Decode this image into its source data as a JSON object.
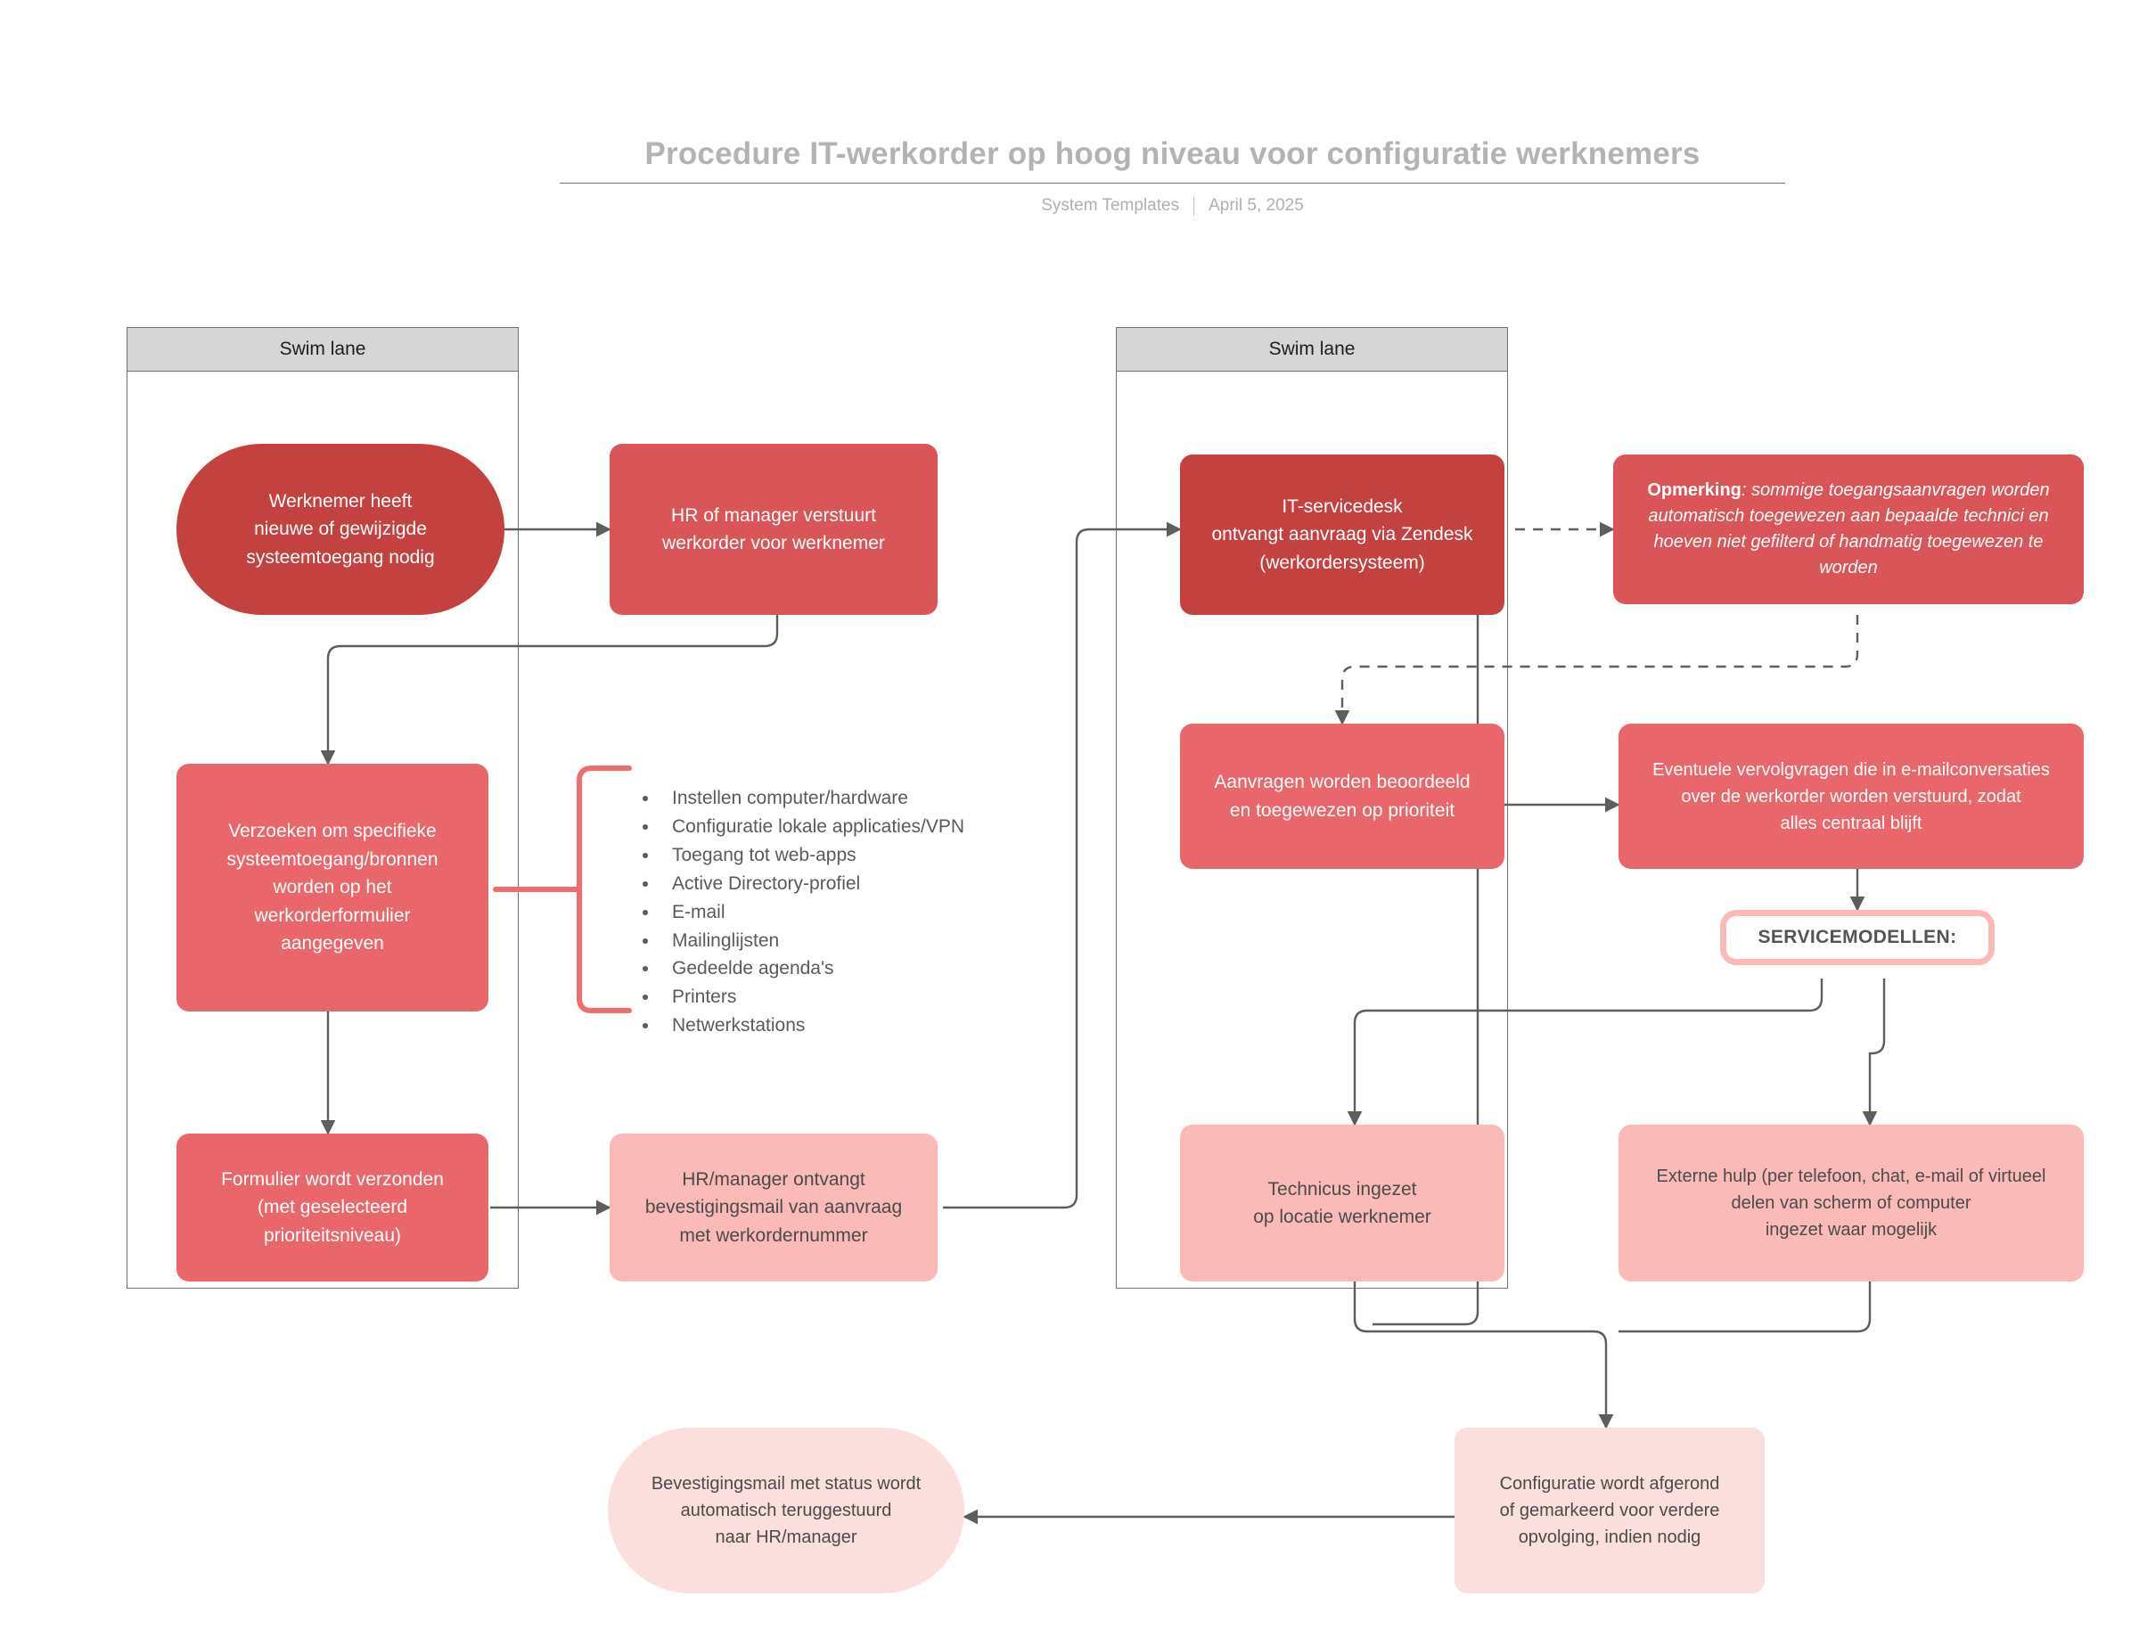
{
  "header": {
    "title": "Procedure IT-werkorder op hoog niveau voor configuratie werknemers",
    "source": "System Templates",
    "date": "April 5, 2025"
  },
  "lanes": [
    {
      "title": "Swim lane"
    },
    {
      "title": "Swim lane"
    }
  ],
  "nodes": {
    "start": "Werknemer heeft\nnieuwe of gewijzigde\nsysteemtoegang nodig",
    "hr_send": "HR of manager verstuurt\nwerkorder voor werknemer",
    "requests": "Verzoeken om specifieke\nsysteemtoegang/bronnen\nworden op het\nwerkorderformulier\naangegeven",
    "form_sent": "Formulier wordt verzonden\n(met geselecteerd\nprioriteitsniveau)",
    "hr_receives": "HR/manager ontvangt\nbevestigingsmail van aanvraag\nmet werkordernummer",
    "servicedesk": "IT-servicedesk\nontvangt aanvraag via Zendesk\n(werkordersysteem)",
    "note_label": "Opmerking",
    "note_text": ": sommige toegangsaanvragen worden automatisch toegewezen aan bepaalde technici en hoeven niet gefilterd of handmatig toegewezen te worden",
    "triage": "Aanvragen worden beoordeeld\nen toegewezen op prioriteit",
    "followup": "Eventuele vervolgvragen die in e-mailconversaties\nover de werkorder worden verstuurd,  zodat\nalles centraal blijft",
    "service_models": "SERVICEMODELLEN:",
    "onsite": "Technicus ingezet\nop locatie werknemer",
    "remote": "Externe hulp (per telefoon, chat, e-mail of virtueel\ndelen van scherm of computer\ningezet waar mogelijk",
    "finish": "Configuratie wordt afgerond\nof gemarkeerd voor verdere\nopvolging, indien nodig",
    "confirm_mail": "Bevestigingsmail met status wordt\nautomatisch teruggestuurd\nnaar HR/manager"
  },
  "bullet_list": [
    "Instellen computer/hardware",
    "Configuratie lokale applicaties/VPN",
    "Toegang tot web-apps",
    "Active Directory-profiel",
    "E-mail",
    "Mailinglijsten",
    "Gedeelde agenda's",
    "Printers",
    "Netwerkstations"
  ],
  "colors": {
    "red_dark": "#c3423f",
    "red_mid": "#d95557",
    "rose": "#e9676a",
    "pink": "#fabbb8",
    "pale_pink": "#fbdfdd",
    "lane_header": "#d6d6d6",
    "lane_border": "#707070",
    "connector": "#5d5d5d",
    "title_gray": "#b3b3b3"
  }
}
